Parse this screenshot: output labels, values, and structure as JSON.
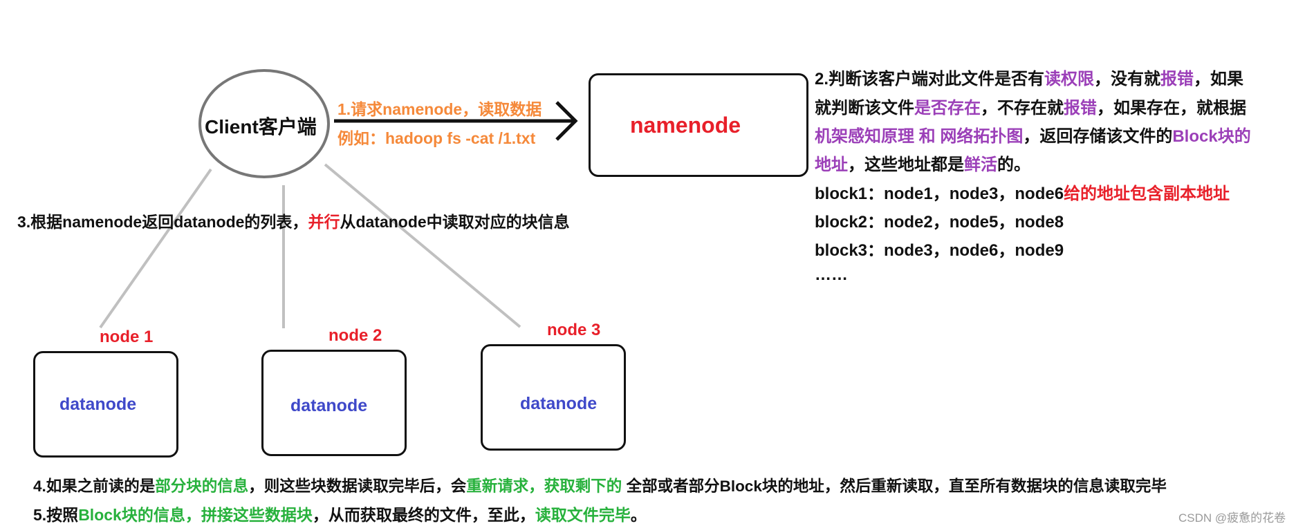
{
  "colors": {
    "purple": "#9b3fb8",
    "red": "#e8202a",
    "green": "#27b13c",
    "orange": "#f5893a",
    "blue": "#3f49c9",
    "line_gray": "#c0c0c0"
  },
  "client": {
    "label": "Client客户端"
  },
  "arrow": {
    "line1": "1.请求namenode，读取数据",
    "line2": "例如：hadoop fs -cat /1.txt"
  },
  "namenode": {
    "label": "namenode"
  },
  "step2": {
    "l1": [
      "2.判断该客户端对此文件是否有",
      "读权限",
      "，没有就",
      "报错",
      "，如果"
    ],
    "l2": [
      "就判断该文件",
      "是否存在",
      "，不存在就",
      "报错",
      "，如果存在，就根据"
    ],
    "l3": [
      "机架感知原理 和 网络拓扑图",
      "，返回存储该文件的",
      "Block块的"
    ],
    "l4": [
      "地址",
      "，这些地址都是",
      "鲜活",
      "的。"
    ]
  },
  "blocks": [
    {
      "text": "block1：node1，node3，node6",
      "note": "给的地址包含副本地址"
    },
    {
      "text": "block2：node2，node5，node8",
      "note": ""
    },
    {
      "text": "block3：node3，node6，node9",
      "note": ""
    }
  ],
  "ellipsis": "……",
  "step3": [
    "3.根据namenode返回datanode的列表，",
    "并行",
    "从datanode中读取对应的块信息"
  ],
  "nodes": [
    {
      "label": "node 1",
      "box": "datanode"
    },
    {
      "label": "node 2",
      "box": "datanode"
    },
    {
      "label": "node 3",
      "box": "datanode"
    }
  ],
  "step4": [
    "4.如果之前读的是",
    "部分块的信息",
    "，则这些块数据读取完毕后，会",
    "重新请求，获取剩下的",
    " 全部或者部分Block块的地址，然后重新读取，直至所有数据块的信息读取完毕"
  ],
  "step5": [
    "5.按照",
    "Block块的信息，拼接这些数据块",
    "，从而获取最终的文件，至此，",
    "读取文件完毕",
    "。"
  ],
  "watermark": "CSDN @疲惫的花卷"
}
